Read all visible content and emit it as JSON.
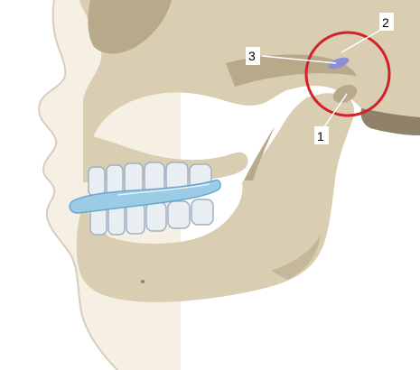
{
  "labels": [
    {
      "id": "1",
      "text": "1"
    },
    {
      "id": "2",
      "text": "2"
    },
    {
      "id": "3",
      "text": "3"
    }
  ],
  "colors": {
    "bone": "#d9cdb2",
    "bone_shadow": "#b8a98a",
    "bone_dark": "#8f816a",
    "skin": "#f6efe4",
    "skin_outline": "#d8cdbc",
    "teeth": "#e9eef3",
    "teeth_outline": "#9fb1c4",
    "splint": "#9ccbe6",
    "splint_dark": "#6aa6cf",
    "highlight_circle": "#d42027",
    "joint_disc": "#8c8fd6",
    "leader_line": "#ffffff"
  }
}
